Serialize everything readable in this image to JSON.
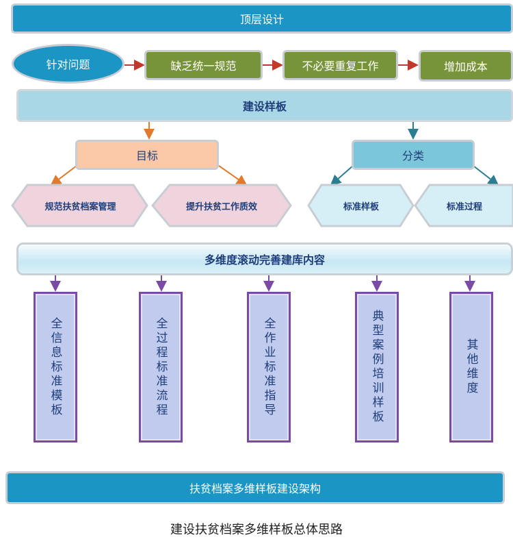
{
  "top_bar": "顶层设计",
  "problem_label": "针对问题",
  "problems": [
    "缺乏统一规范",
    "不必要重复工作",
    "增加成本"
  ],
  "build_bar": "建设样板",
  "goal": {
    "title": "目标",
    "items": [
      "规范扶贫档案管理",
      "提升扶贫工作质效"
    ]
  },
  "category": {
    "title": "分类",
    "items": [
      "标准样板",
      "标准过程"
    ]
  },
  "content_bar": "多维度滚动完善建库内容",
  "columns": [
    "全信息标准模板",
    "全过程标准流程",
    "全作业标准指导",
    "典型案例培训样板",
    "其他维度"
  ],
  "bottom_bar": "扶贫档案多维样板建设架构",
  "caption": "建设扶贫档案多维样板总体思路",
  "colors": {
    "red_arrow": "#c0392b",
    "orange_arrow": "#e07a2c",
    "teal_arrow": "#2b7d92",
    "purple_arrow": "#7b4aa6"
  }
}
